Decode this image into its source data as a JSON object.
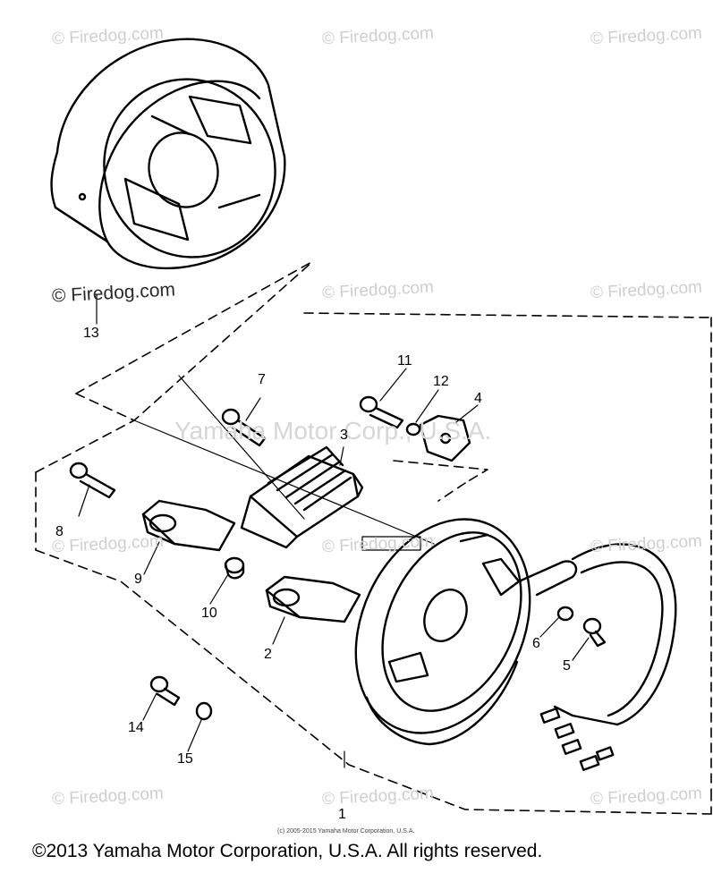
{
  "watermarks": {
    "site": "© Firedog.com",
    "center": "Yamaha Motor Corp., U.S.A."
  },
  "callouts": {
    "p1": "1",
    "p2": "2",
    "p3": "3",
    "p4": "4",
    "p5": "5",
    "p6": "6",
    "p7": "7",
    "p8": "8",
    "p9": "9",
    "p10": "10",
    "p11": "11",
    "p12": "12",
    "p13": "13",
    "p14": "14",
    "p15": "15"
  },
  "fine_print": "(c) 2005-2015 Yamaha Motor Corporation, U.S.A.",
  "copyright": "©2013 Yamaha Motor Corporation, U.S.A. All rights reserved."
}
